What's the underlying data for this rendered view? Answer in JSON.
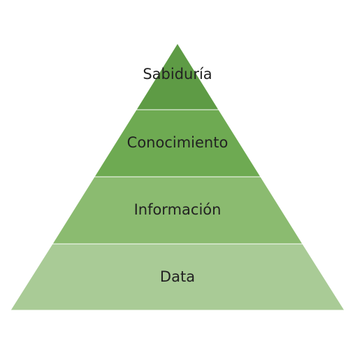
{
  "diagram": {
    "type": "pyramid",
    "tiers": [
      {
        "label": "Sabiduría",
        "color": "#5e9b45"
      },
      {
        "label": "Conocimiento",
        "color": "#6eaa52"
      },
      {
        "label": "Información",
        "color": "#8bbb70"
      },
      {
        "label": "Data",
        "color": "#a9cb96"
      }
    ],
    "separator_color": "#ffffff"
  }
}
